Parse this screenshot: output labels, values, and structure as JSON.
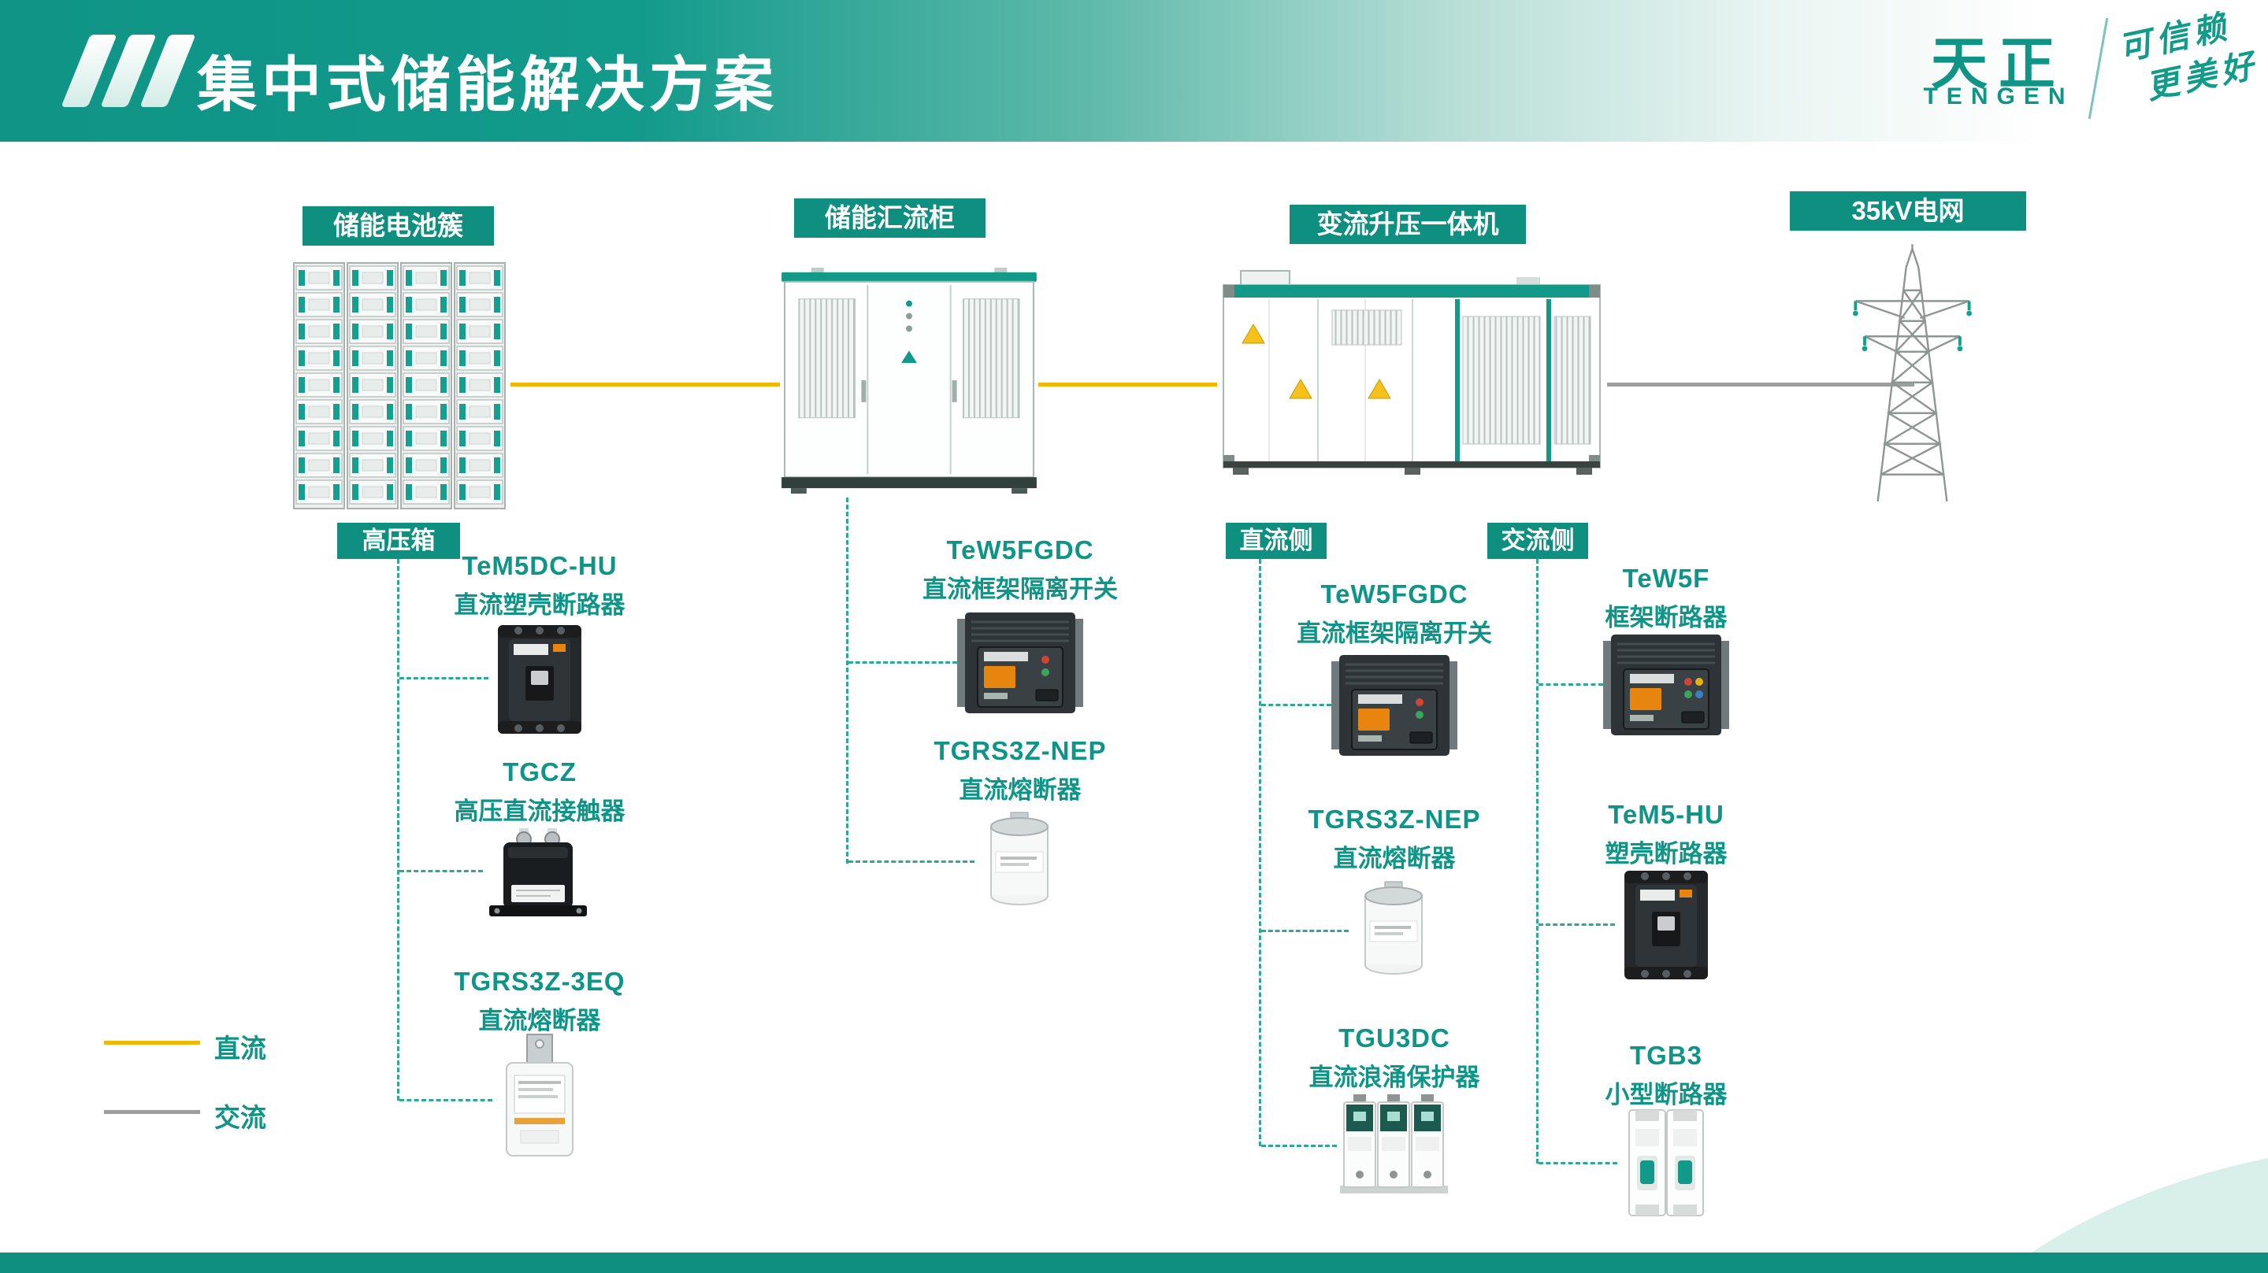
{
  "header": {
    "title": "集中式储能解决方案",
    "brand": {
      "logo_cn": "天正",
      "logo_en": "TENGEN",
      "slogan_line1": "可信赖",
      "slogan_line2": "更美好"
    }
  },
  "stations": [
    {
      "label": "储能电池簇"
    },
    {
      "label": "储能汇流柜"
    },
    {
      "label": "变流升压一体机"
    },
    {
      "label": "35kV电网"
    }
  ],
  "branches": {
    "battery": {
      "tag": "高压箱",
      "products": [
        {
          "model": "TeM5DC-HU",
          "desc": "直流塑壳断路器"
        },
        {
          "model": "TGCZ",
          "desc": "高压直流接触器"
        },
        {
          "model": "TGRS3Z-3EQ",
          "desc": "直流熔断器"
        }
      ]
    },
    "combiner": {
      "products": [
        {
          "model": "TeW5FGDC",
          "desc": "直流框架隔离开关"
        },
        {
          "model": "TGRS3Z-NEP",
          "desc": "直流熔断器"
        }
      ]
    },
    "converter_dc": {
      "tag": "直流侧",
      "products": [
        {
          "model": "TeW5FGDC",
          "desc": "直流框架隔离开关"
        },
        {
          "model": "TGRS3Z-NEP",
          "desc": "直流熔断器"
        },
        {
          "model": "TGU3DC",
          "desc": "直流浪涌保护器"
        }
      ]
    },
    "converter_ac": {
      "tag": "交流侧",
      "products": [
        {
          "model": "TeW5F",
          "desc": "框架断路器"
        },
        {
          "model": "TeM5-HU",
          "desc": "塑壳断路器"
        },
        {
          "model": "TGB3",
          "desc": "小型断路器"
        }
      ]
    }
  },
  "legend": [
    {
      "label": "直流",
      "color": "#F2B705"
    },
    {
      "label": "交流",
      "color": "#9E9E9E"
    }
  ],
  "colors": {
    "brand_teal": "#0F9486",
    "dc_yellow": "#F2B705",
    "ac_gray": "#9E9E9E"
  }
}
